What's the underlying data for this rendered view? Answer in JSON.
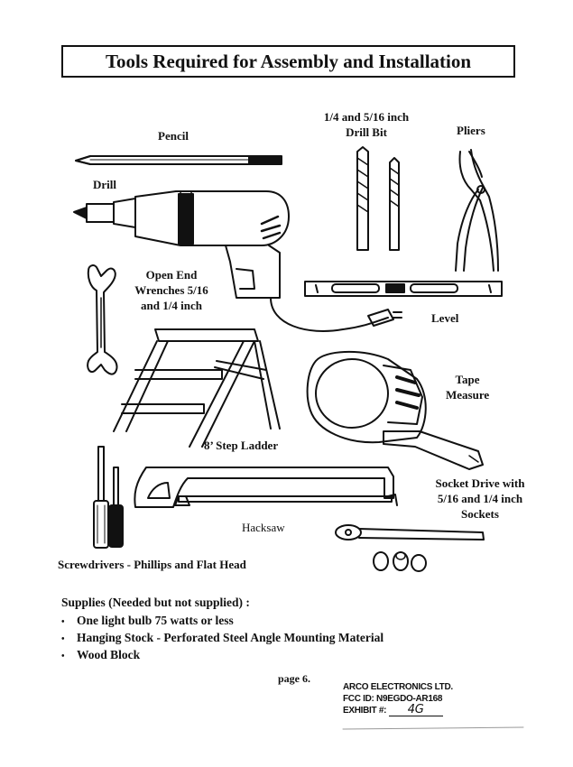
{
  "header": {
    "title": "Tools Required for Assembly and Installation"
  },
  "tools": {
    "pencil": "Pencil",
    "drill_bit_1": "1/4 and 5/16 inch",
    "drill_bit_2": "Drill Bit",
    "pliers": "Pliers",
    "drill": "Drill",
    "wrench_1": "Open End",
    "wrench_2": "Wrenches 5/16",
    "wrench_3": "and 1/4 inch",
    "level": "Level",
    "tape_1": "Tape",
    "tape_2": "Measure",
    "ladder": "8’ Step Ladder",
    "socket_1": "Socket Drive with",
    "socket_2": "5/16 and 1/4 inch",
    "socket_3": "Sockets",
    "hacksaw": "Hacksaw",
    "screwdrivers": "Screwdrivers - Phillips and Flat Head"
  },
  "supplies": {
    "heading": "Supplies (Needed but not supplied) :",
    "items": [
      "One light bulb 75 watts or less",
      "Hanging Stock - Perforated Steel Angle Mounting Material",
      "Wood Block"
    ]
  },
  "footer": {
    "page": "page 6.",
    "company": "ARCO ELECTRONICS LTD.",
    "fcc": "FCC ID:  N9EGDO-AR168",
    "exhibit_label": "EXHIBIT #:",
    "exhibit_value": "4G"
  }
}
